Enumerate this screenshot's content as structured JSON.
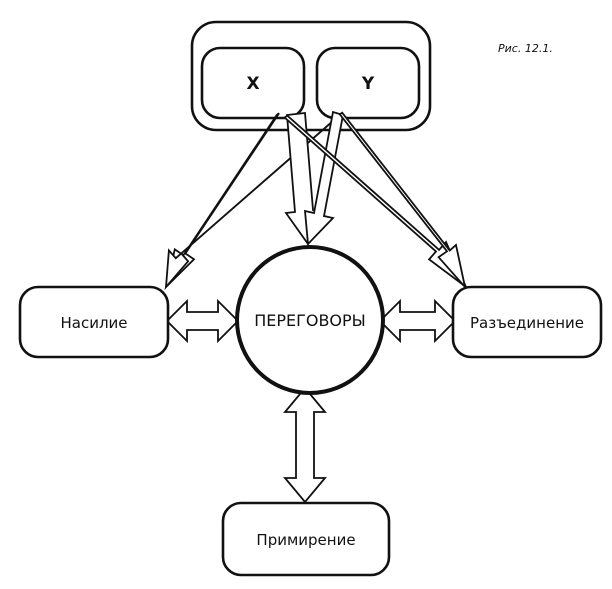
{
  "figure": {
    "caption": "Рис. 12.1."
  },
  "parties": {
    "x_label": "X",
    "y_label": "Y"
  },
  "nodes": {
    "center": "ПЕРЕГОВОРЫ",
    "left": "Насилие",
    "right": "Разъединение",
    "bottom": "Примирение"
  }
}
